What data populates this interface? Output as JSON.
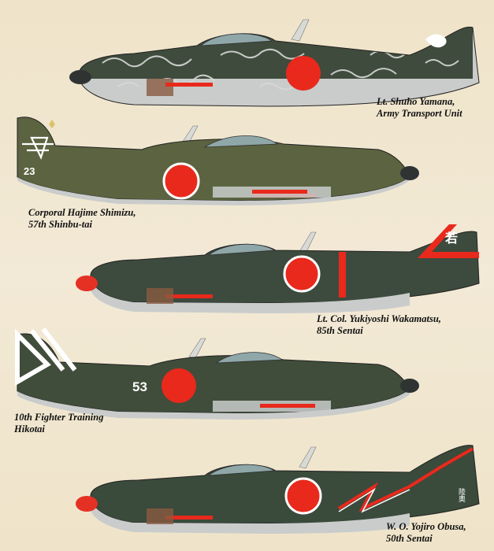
{
  "aircraft": [
    {
      "caption_line1": "Lt. Shuho Yamana,",
      "caption_line2": "Army Transport Unit",
      "fuselage_number": "",
      "tail_character": "",
      "camouflage": "mottled-green-on-grey",
      "fuselage_color": "#3e4a3a"
    },
    {
      "caption_line1": "Corporal Hajime Shimizu,",
      "caption_line2": "57th Shinbu-tai",
      "fuselage_number": "23",
      "tail_character": "",
      "camouflage": "olive-drab",
      "fuselage_color": "#5b6340"
    },
    {
      "caption_line1": "Lt. Col. Yukiyoshi Wakamatsu,",
      "caption_line2": "85th Sentai",
      "fuselage_number": "",
      "tail_character": "若",
      "camouflage": "dark-green",
      "fuselage_color": "#3d4a3e"
    },
    {
      "caption_line1": "10th Fighter Training",
      "caption_line2": "Hikotai",
      "fuselage_number": "53",
      "tail_character": "",
      "camouflage": "dark-green",
      "fuselage_color": "#3f4d3a"
    },
    {
      "caption_line1": "W. O. Yojiro Obusa,",
      "caption_line2": "50th Sentai",
      "fuselage_number": "",
      "tail_character": "陸奥",
      "camouflage": "dark-green",
      "fuselage_color": "#3a4a3b"
    }
  ],
  "colors": {
    "hinomaru": "#e8291c",
    "white": "#ffffff",
    "underside": "#c9cccb",
    "propeller_spinner": "#2f3433",
    "red_spinner": "#e53024"
  }
}
